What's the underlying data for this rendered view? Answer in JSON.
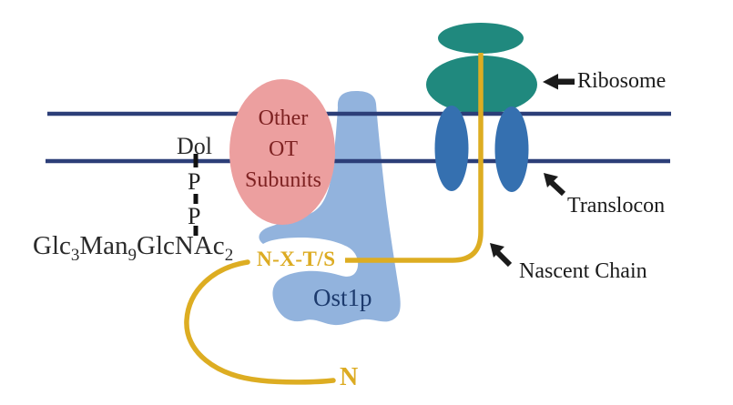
{
  "diagram": {
    "title_context": "Oligosaccharyltransferase at ER membrane",
    "labels": {
      "ribosome": "Ribosome",
      "translocon": "Translocon",
      "nascent_chain": "Nascent Chain",
      "ost1p": "Ost1p",
      "other_ot_line1": "Other",
      "other_ot_line2": "OT",
      "other_ot_line3": "Subunits",
      "dol": "Dol",
      "phosphate1": "P",
      "phosphate2": "P",
      "sequon": "N-X-T/S",
      "n_terminus": "N",
      "glycan_g1": "Glc",
      "glycan_s1": "3",
      "glycan_g2": "Man",
      "glycan_s2": "9",
      "glycan_g3": "GlcNAc",
      "glycan_s3": "2"
    },
    "colors": {
      "ribosome_teal": "#20897e",
      "translocon_blue": "#3570b0",
      "ost1p_light_blue": "#92b3dd",
      "other_subunits_pink": "#ec9f9f",
      "membrane_navy": "#2c3e78",
      "nascent_chain_yellow": "#ddad22",
      "subunit_text_maroon": "#7e2222",
      "ost1p_text_navy": "#1c3a6d",
      "label_text_black": "#1b1b1b"
    }
  }
}
